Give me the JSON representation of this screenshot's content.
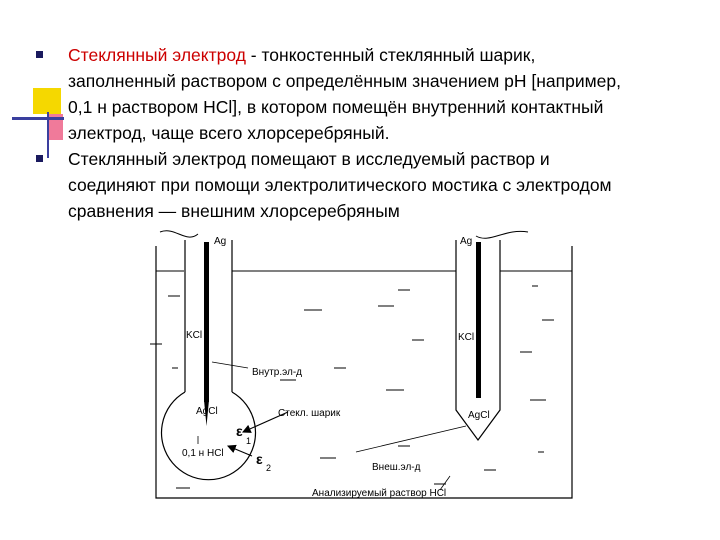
{
  "bullets": [
    {
      "highlight": "Стеклянный электрод",
      "text": " - тонкостенный стеклянный шарик,\nзаполненный раствором с определённым значением рН [например,\n0,1 н раствором HCl], в котором помещён внутренний контактный\nэлектрод, чаще всего хлорсеребряный."
    },
    {
      "highlight": "",
      "text": " Стеклянный электрод помещают в исследуемый раствор и\nсоединяют при помощи электролитического мостика с электродом\nсравнения — внешним хлорсеребряным"
    }
  ],
  "diagram": {
    "ag_left": "Ag",
    "ag_right": "Ag",
    "kcl_left": "KCl",
    "kcl_right": "KCl",
    "inner_electrode": "Внутр.эл-д",
    "agcl_left": "AgCl",
    "agcl_right": "AgCl",
    "glass_bulb": "Стекл. шарик",
    "hcl_inner": "0,1 н HCl",
    "epsilon_1": "ε",
    "epsilon_1_sub": "1",
    "epsilon_2": "ε",
    "epsilon_2_sub": "2",
    "outer_electrode": "Внеш.эл-д",
    "analyzed_solution": "Анализируемый раствор  HCl"
  },
  "colors": {
    "accent_red": "#cc0000",
    "deco_yellow": "#f5d800",
    "deco_pink": "#f07a9a",
    "deco_blue": "#3a3f9e",
    "bullet": "#1a1a5e"
  }
}
